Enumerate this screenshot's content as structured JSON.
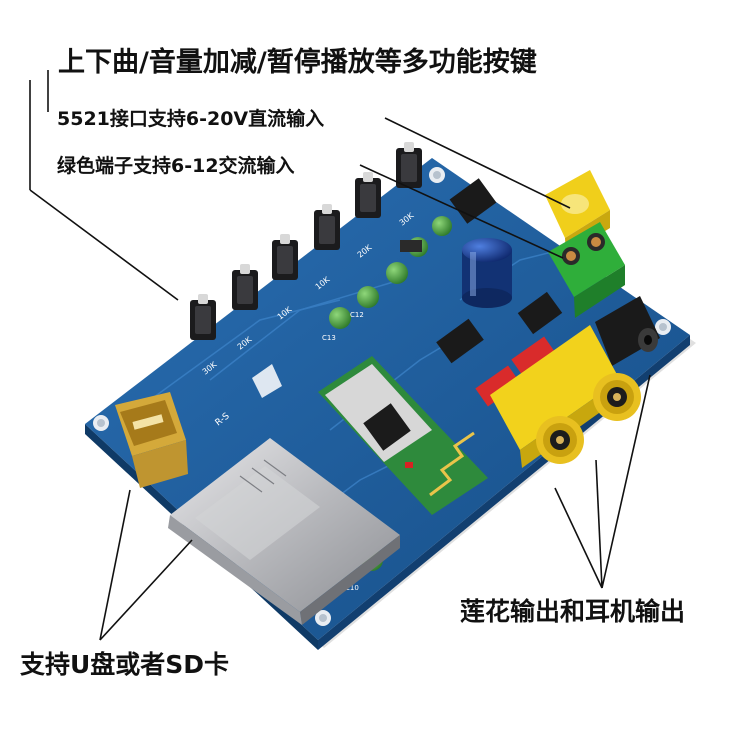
{
  "labels": {
    "main_buttons": "上下曲/音量加减/暂停播放等多功能按键",
    "dc_input": "5521接口支持6-20V直流输入",
    "ac_input": "绿色端子支持6-12交流输入",
    "outputs": "莲花输出和耳机输出",
    "storage": "支持U盘或者SD卡"
  },
  "board_markings": {
    "logo_text": "R-S",
    "resistor_labels": [
      "30K",
      "20K",
      "10K",
      "10K",
      "20K",
      "30K"
    ],
    "capacitor_labels": [
      "C13",
      "C12",
      "C10"
    ]
  },
  "colors": {
    "pcb": "#1d5fa3",
    "pcb_dark": "#174e87",
    "terminal_green": "#2fae3a",
    "rca_yellow": "#f2d21c",
    "module_green": "#2e8a3c",
    "usb_gold": "#d4a93a"
  }
}
